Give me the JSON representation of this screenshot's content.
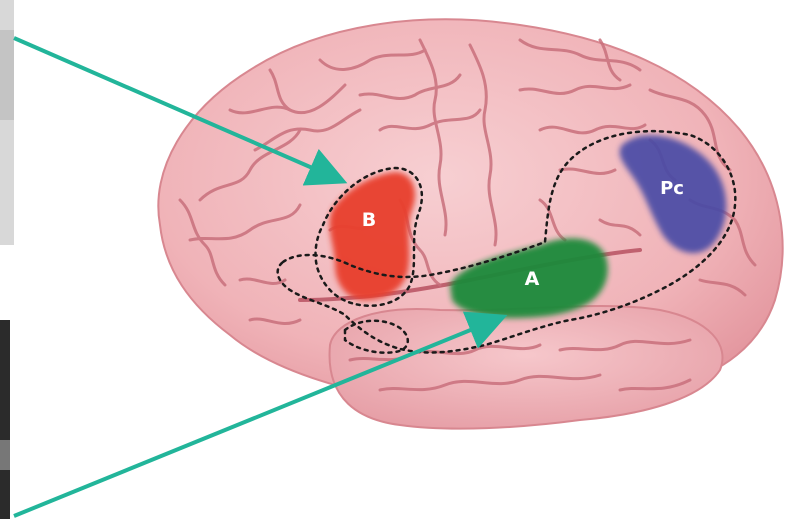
{
  "regions": [
    {
      "id": "broca",
      "label": "B",
      "color": "#e8412d"
    },
    {
      "id": "wernicke",
      "label": "A",
      "color": "#1f8a3a"
    },
    {
      "id": "precuneus",
      "label": "Pc",
      "color": "#4a4ca6"
    }
  ],
  "colors": {
    "brain_fill": "#f2b9bd",
    "brain_shade": "#e79aa2",
    "sulcus": "#c9707c",
    "arrow": "#22b59a",
    "outline_dotted": "#1a1a1a"
  },
  "icons": {
    "brain": "brain-lateral-view",
    "arrows": "arrow"
  }
}
